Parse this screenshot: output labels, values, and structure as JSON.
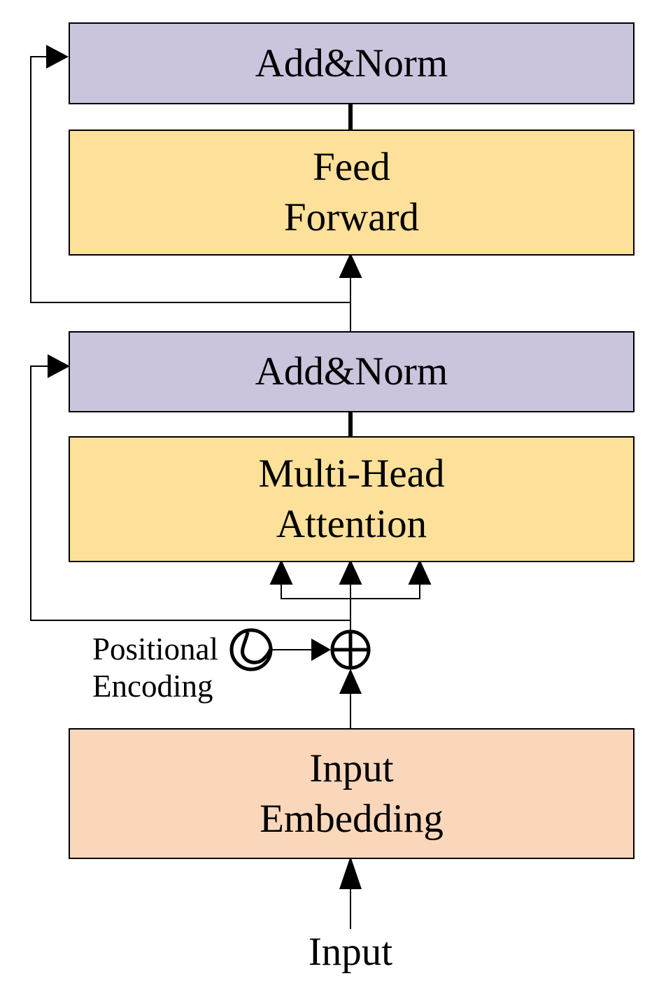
{
  "diagram": {
    "blocks": {
      "add_norm_top": {
        "label": "Add&Norm",
        "fill": "#CBC4DD"
      },
      "feed_forward": {
        "line1": "Feed",
        "line2": "Forward",
        "fill": "#FDE099"
      },
      "add_norm_bottom": {
        "label": "Add&Norm",
        "fill": "#CBC4DD"
      },
      "multi_head_attention": {
        "line1": "Multi-Head",
        "line2": "Attention",
        "fill": "#FDE099"
      },
      "input_embedding": {
        "line1": "Input",
        "line2": "Embedding",
        "fill": "#FAD7BB"
      }
    },
    "annotations": {
      "positional_encoding": {
        "line1": "Positional",
        "line2": "Encoding"
      },
      "input": {
        "label": "Input"
      }
    },
    "icons": {
      "positional_encoding_icon": "sine-wave-in-circle",
      "add_icon": "circle-plus"
    },
    "colors": {
      "background": "#FFFFFF",
      "line": "#000000",
      "text": "#000000",
      "box_border": "#000000",
      "add_norm_fill": "#CBC4DD",
      "attention_feedforward_fill": "#FDE099",
      "embedding_fill": "#FAD7BB"
    }
  }
}
